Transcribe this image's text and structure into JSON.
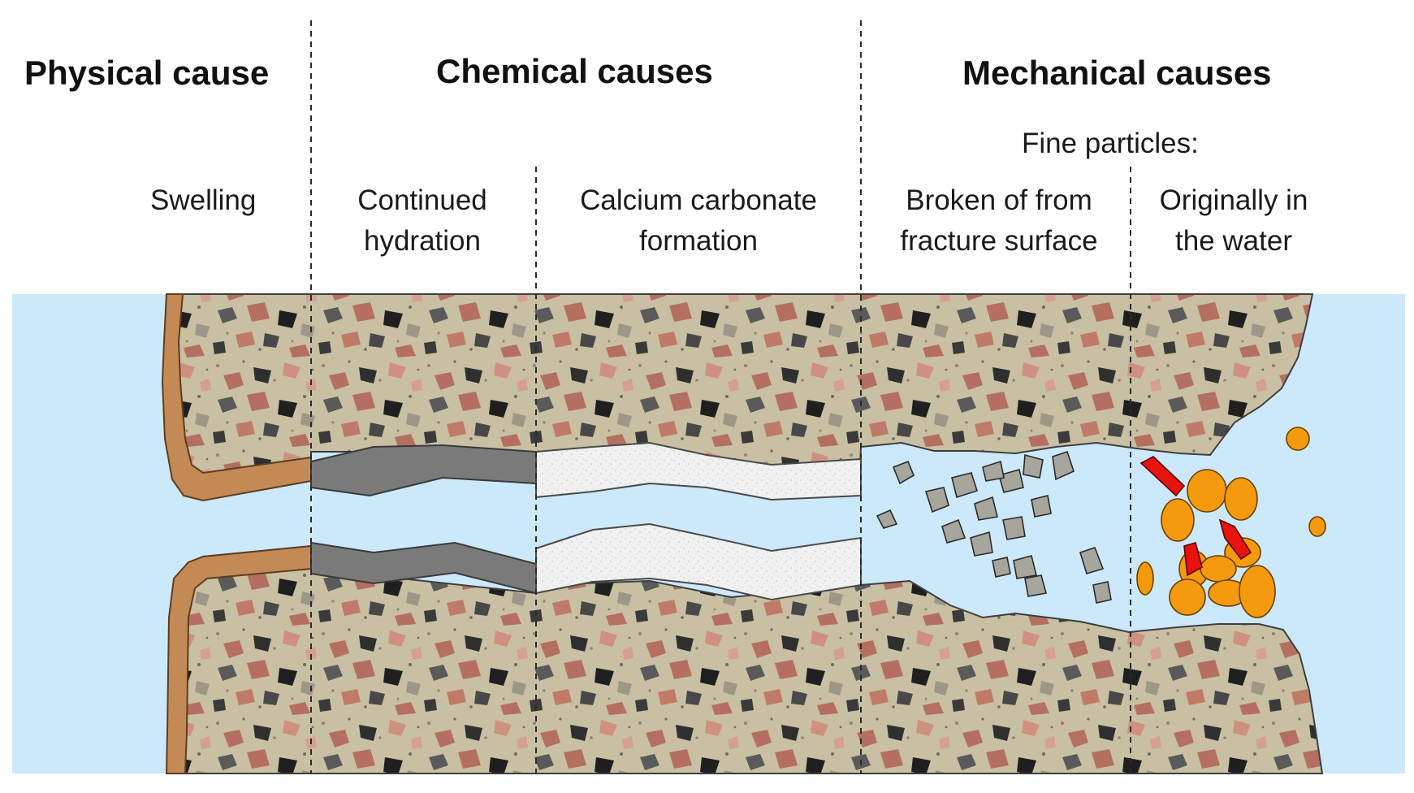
{
  "headers": {
    "physical": "Physical cause",
    "chemical": "Chemical causes",
    "mechanical": "Mechanical causes"
  },
  "sublabels": {
    "fine_particles": "Fine particles:",
    "swelling": "Swelling",
    "continued_hydration_1": "Continued",
    "continued_hydration_2": "hydration",
    "calcium_1": "Calcium carbonate",
    "calcium_2": "formation",
    "broken_1": "Broken of from",
    "broken_2": "fracture surface",
    "originally_1": "Originally in",
    "originally_2": "the water"
  },
  "colors": {
    "water": "#cce9fb",
    "concrete": "#c9c0a4",
    "swelling_layer": "#c48a55",
    "hydration_layer": "#7a7a7a",
    "carbonate_layer": "#f1f1f1",
    "fine_particle_orange": "#f59a0c",
    "fine_particle_red": "#e8120f",
    "debris": "#a6a69c"
  }
}
